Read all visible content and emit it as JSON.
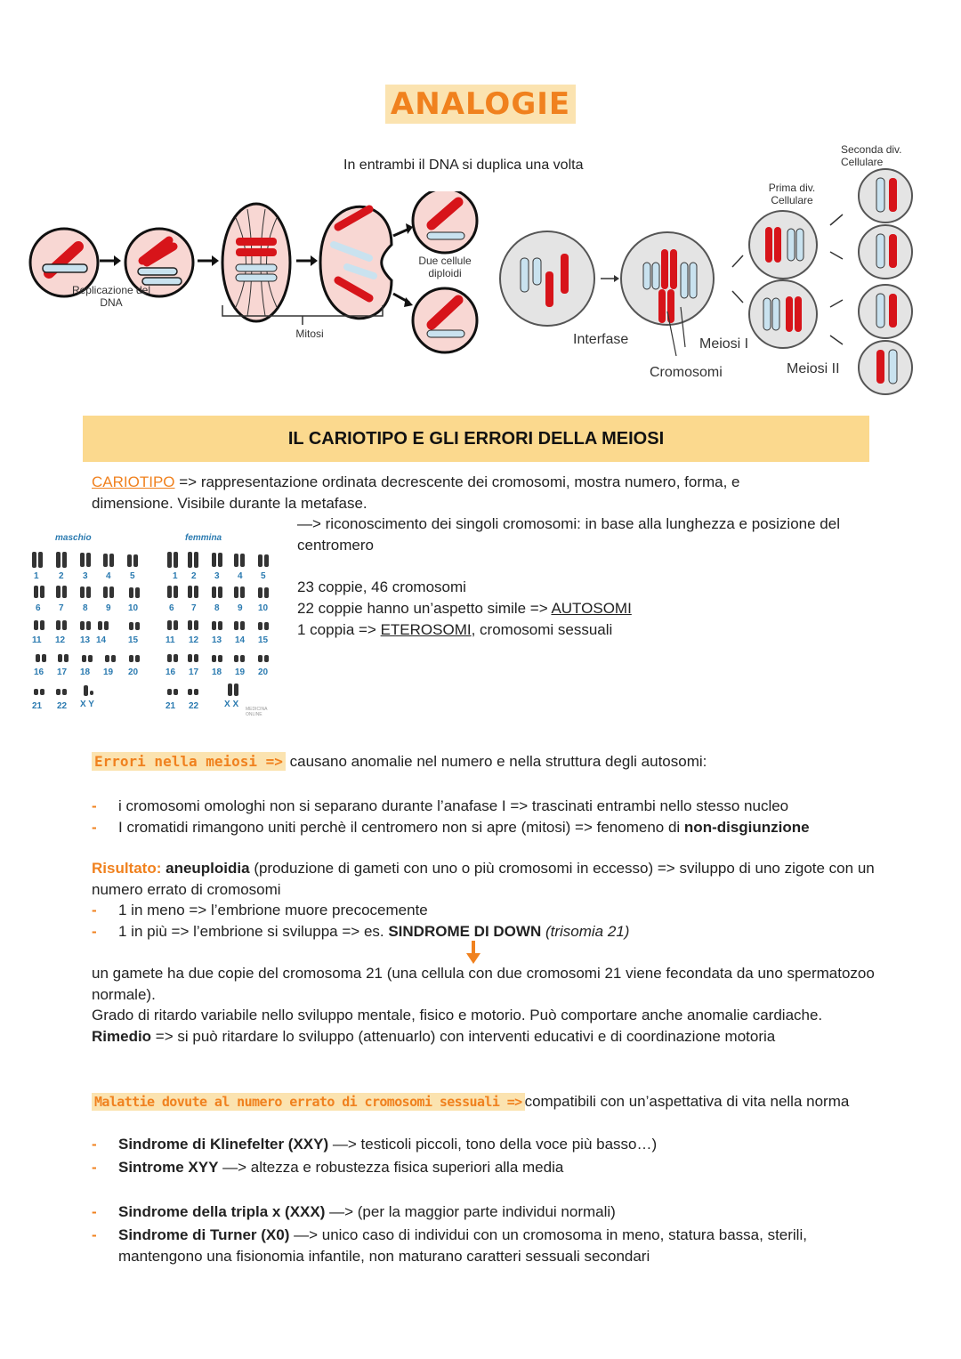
{
  "title": "ANALOGIE",
  "diagram": {
    "caption": "In entrambi il DNA si duplica una volta",
    "mitosis": {
      "replication_label": "Replicazione del DNA",
      "mitosis_label": "Mitosi",
      "daughter_label": "Due cellule diploidi"
    },
    "meiosis": {
      "interfase": "Interfase",
      "meiosi1": "Meiosi I",
      "meiosi2": "Meiosi II",
      "cromosomi": "Cromosomi",
      "prima_div": "Prima div. Cellulare",
      "seconda_div": "Seconda div. Cellulare"
    }
  },
  "banner": "IL CARIOTIPO E GLI ERRORI DELLA MEIOSI",
  "karyotype": {
    "def_term": "CARIOTIPO",
    "def_text": " => rappresentazione ordinata decrescente dei cromosomi, mostra numero, forma, e dimensione. Visibile durante la metafase.",
    "recognition": "—> riconoscimento dei singoli cromosomi: in base alla lunghezza e posizione del centromero",
    "pairs": "23 coppie, 46 cromosomi",
    "autosomi_pre": "22 coppie hanno un’aspetto simile => ",
    "autosomi": "AUTOSOMI",
    "etero_pre": "1 coppia => ",
    "eterosomi": "ETEROSOMI",
    "etero_post": ", cromosomi sessuali",
    "image": {
      "male": "maschio",
      "female": "femmina",
      "rows": [
        [
          "1",
          "2",
          "3",
          "4",
          "5"
        ],
        [
          "6",
          "7",
          "8",
          "9",
          "10"
        ],
        [
          "11",
          "12",
          "13",
          "14",
          "15"
        ],
        [
          "16",
          "17",
          "18",
          "19",
          "20"
        ],
        [
          "21",
          "22"
        ]
      ],
      "male_sex": "X Y",
      "female_sex": "X X",
      "watermark": "MEDICINA ONLINE"
    }
  },
  "errors": {
    "heading": "Errori nella meiosi =>",
    "heading_rest": " causano anomalie nel numero e nella struttura degli autosomi:",
    "item1": "i cromosomi omologhi non si separano durante l’anafase I => trascinati entrambi nello stesso nucleo",
    "item2_pre": "I cromatidi rimangono uniti perchè il centromero non si apre (mitosi) => fenomeno di ",
    "item2_bold": "non-disgiunzione"
  },
  "result": {
    "label": "Risultato:",
    "term": "aneuploidia",
    "text": " (produzione di gameti con uno o più cromosomi in eccesso) => sviluppo di uno zigote con un numero errato di cromosomi",
    "item1": "1 in meno => l’embrione muore precocemente",
    "item2_pre": "1 in più => l’embrione si sviluppa => es. ",
    "item2_bold": "SINDROME DI DOWN",
    "item2_ital": "(trisomia 21)"
  },
  "down": {
    "p1": "un gamete ha due copie del cromosoma 21 (una cellula con due cromosomi 21 viene fecondata da uno spermatozoo normale).",
    "p2_pre": "Grado di ritardo variabile nello sviluppo mentale, fisico e motorio. Può comportare anche anomalie cardiache. ",
    "p2_bold": "Rimedio",
    "p2_post": " => si può ritardare lo sviluppo (attenuarlo) con interventi educativi e di coordinazione motoria"
  },
  "sex": {
    "heading": "Malattie dovute al numero errato di cromosomi sessuali =>",
    "heading_rest": "compatibili con un’aspettativa di vita nella norma",
    "items": [
      {
        "bold": "Sindrome di Klinefelter (XXY)",
        "text": " —> testicoli piccoli, tono della voce più basso…)"
      },
      {
        "bold": "Sintrome XYY",
        "text": " —> altezza e robustezza fisica superiori alla media"
      },
      {
        "bold": "Sindrome della tripla x (XXX)",
        "text": " —> (per la maggior parte individui normali)"
      },
      {
        "bold": "Sindrome di Turner (X0)",
        "text": " —> unico caso di individui con un cromosoma in meno, statura bassa, sterili, mantengono una fisionomia infantile, non maturano caratteri sessuali secondari"
      }
    ]
  },
  "colors": {
    "accent": "#f0811e",
    "highlight": "#fbe3b0",
    "banner": "#fbd98e",
    "chromosome_red": "#d7141a",
    "chromosome_blue": "#c9e2ef",
    "cell_pink": "#f8d7d3"
  }
}
